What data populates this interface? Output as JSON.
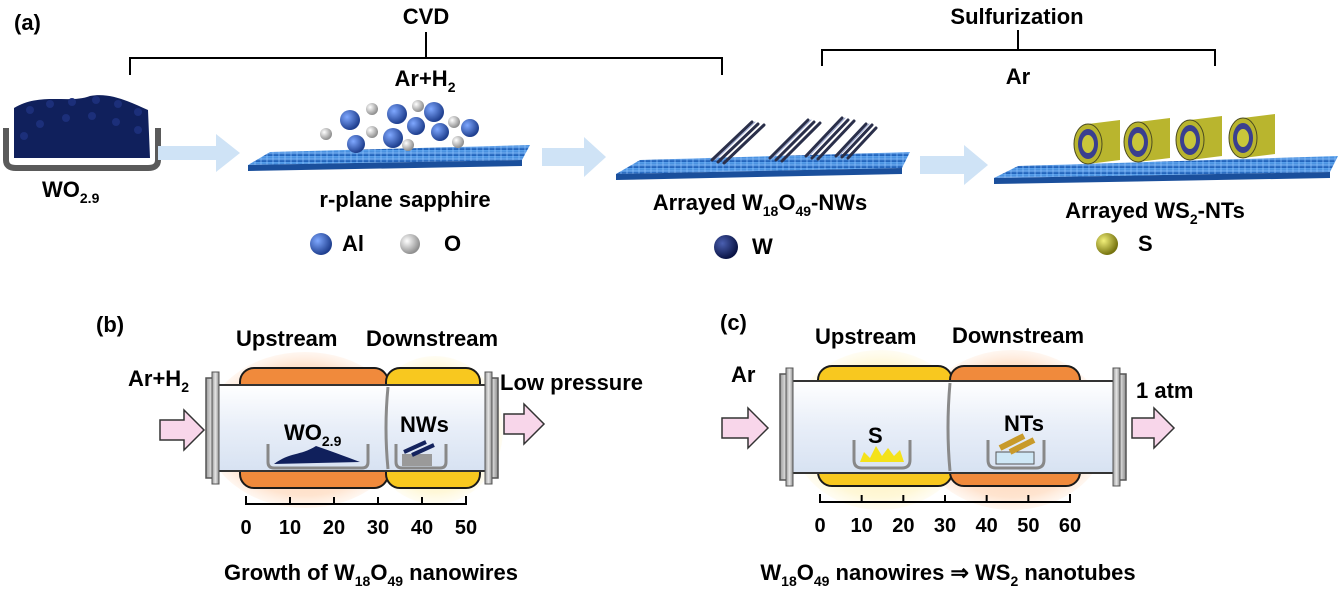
{
  "panel_a": {
    "label": "(a)",
    "cvd_label": "CVD",
    "sulfurization_label": "Sulfurization",
    "cvd_gas": "Ar+H",
    "cvd_gas_sub": "2",
    "sulf_gas": "Ar",
    "precursor": {
      "main": "WO",
      "sub": "2.9"
    },
    "substrate_label": "r-plane sapphire",
    "nw_label": {
      "pre": "Arrayed W",
      "sub1": "18",
      "mid": "O",
      "sub2": "49",
      "post": "-NWs"
    },
    "nt_label": {
      "pre": "Arrayed WS",
      "sub": "2",
      "post": "-NTs"
    },
    "legend": [
      {
        "symbol": "Al",
        "color": "#1f4fa8"
      },
      {
        "symbol": "O",
        "color": "#d0d0d0"
      },
      {
        "symbol": "W",
        "color": "#14235e"
      },
      {
        "symbol": "S",
        "color": "#a9a62a"
      }
    ]
  },
  "panel_b": {
    "label": "(b)",
    "upstream": "Upstream",
    "downstream": "Downstream",
    "gas": "Ar+H",
    "gas_sub": "2",
    "outlet": "Low pressure",
    "boat_left": {
      "main": "WO",
      "sub": "2.9"
    },
    "boat_right": "NWs",
    "ticks": [
      "0",
      "10",
      "20",
      "30",
      "40",
      "50"
    ],
    "caption": {
      "pre": "Growth of W",
      "sub1": "18",
      "mid": "O",
      "sub2": "49",
      "post": " nanowires"
    }
  },
  "panel_c": {
    "label": "(c)",
    "upstream": "Upstream",
    "downstream": "Downstream",
    "gas": "Ar",
    "outlet": "1 atm",
    "boat_left": "S",
    "boat_right": "NTs",
    "ticks": [
      "0",
      "10",
      "20",
      "30",
      "40",
      "50",
      "60"
    ],
    "caption": {
      "pre": "W",
      "sub1": "18",
      "mid": "O",
      "sub2": "49",
      "post": " nanowires ⇒ WS",
      "sub3": "2",
      "post2": " nanotubes"
    }
  },
  "colors": {
    "sapphire": "#2f7fd8",
    "arrow_blue": "#cfe3f6",
    "arrow_pink": "#f8d6ea",
    "heater_orange": "#f08a3c",
    "heater_yellow": "#f8c81f",
    "tube_fill": "#eef3fb",
    "tungsten_oxide": "#10205c",
    "sulfur": "#f4e21a",
    "nanotube": "#b9b52e"
  }
}
